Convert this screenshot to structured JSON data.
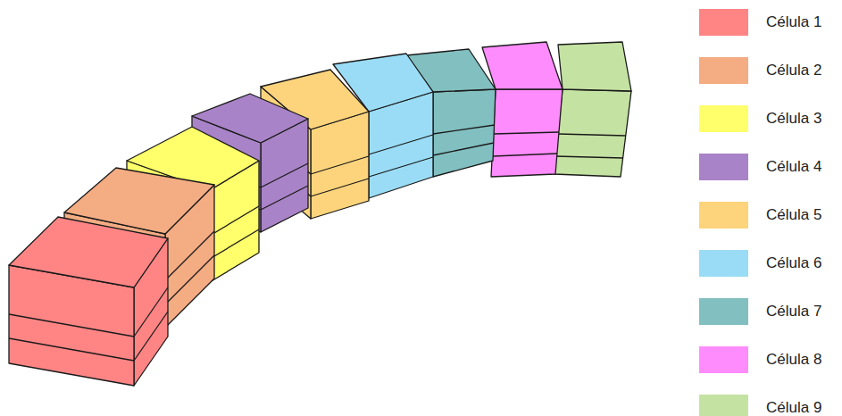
{
  "diagram": {
    "legend": [
      {
        "text": "Célula 1",
        "color": "#ff8585"
      },
      {
        "text": "Célula 2",
        "color": "#f4ac83"
      },
      {
        "text": "Célula 3",
        "color": "#ffff6b"
      },
      {
        "text": "Célula 4",
        "color": "#a983c7"
      },
      {
        "text": "Célula 5",
        "color": "#fdd47c"
      },
      {
        "text": "Célula 6",
        "color": "#9adcf5"
      },
      {
        "text": "Célula 7",
        "color": "#82bfc0"
      },
      {
        "text": "Célula 8",
        "color": "#ff8cfc"
      },
      {
        "text": "Célula 9",
        "color": "#c4e2a2"
      }
    ]
  }
}
